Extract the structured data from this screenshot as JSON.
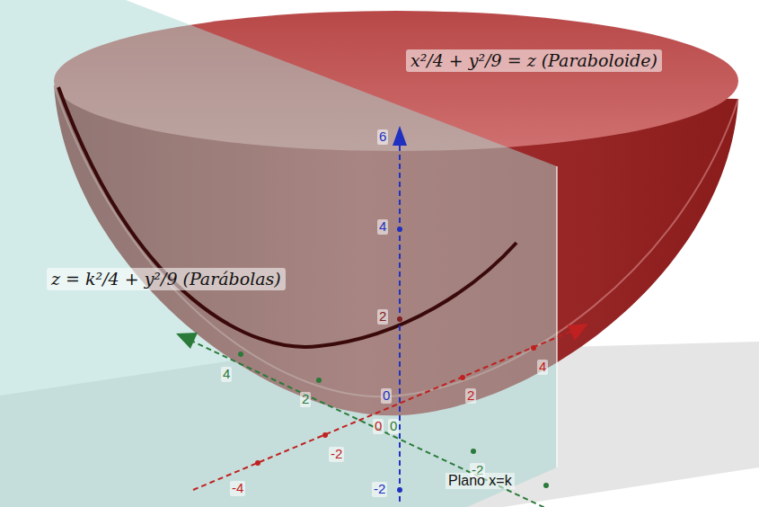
{
  "diagram": {
    "labels": [
      "x²/4 + y²/9 = z (Paraboloide)",
      "z = k²/4 + y²/9 (Parábolas)",
      "6",
      "4",
      "2",
      "0",
      "-2",
      "4",
      "2",
      "-2",
      "0",
      "4",
      "2",
      "-2",
      "-4",
      "0",
      "Plano x=k"
    ]
  }
}
